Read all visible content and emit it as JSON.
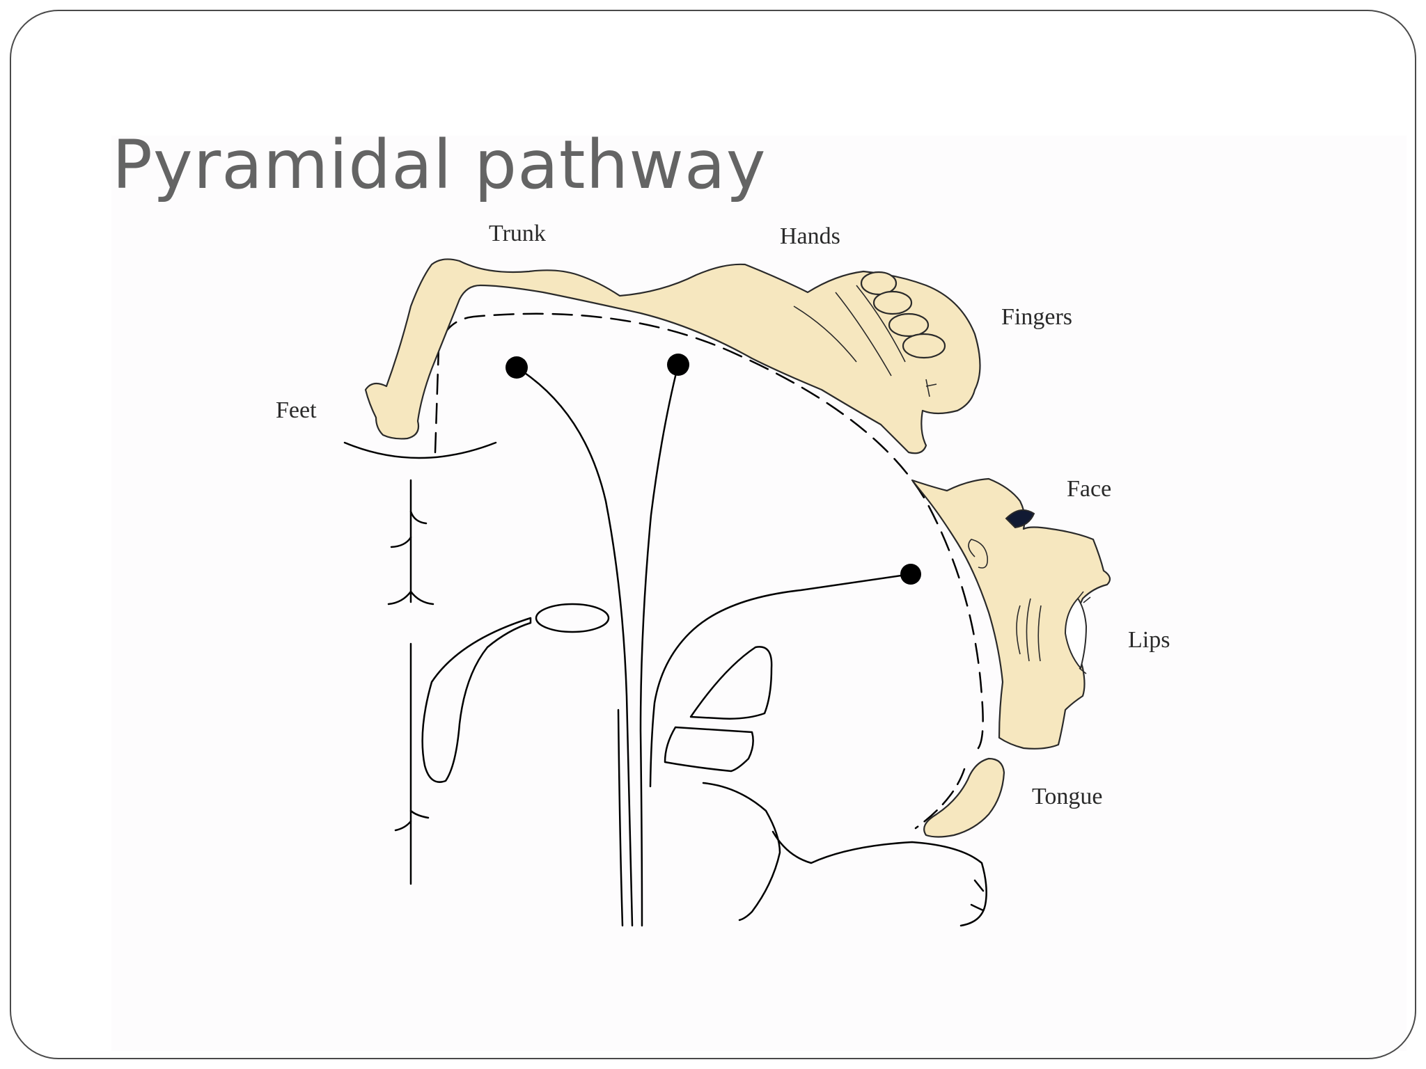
{
  "slide": {
    "title": "Pyramidal pathway"
  },
  "diagram": {
    "labels": {
      "trunk": "Trunk",
      "hands": "Hands",
      "fingers": "Fingers",
      "feet": "Feet",
      "face": "Face",
      "lips": "Lips",
      "tongue": "Tongue"
    },
    "colors": {
      "figure_fill": "#f6e7bf",
      "diagram_background": "#fdfcfd",
      "title_text": "#646464"
    }
  }
}
